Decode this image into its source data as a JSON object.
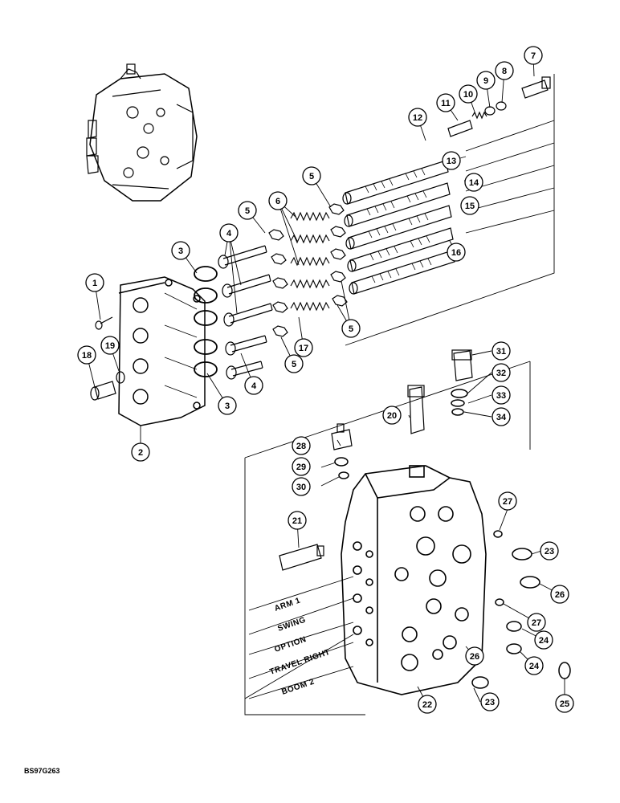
{
  "figure": {
    "reference_code": "BS97G263"
  },
  "callouts": [
    "1",
    "2",
    "3",
    "3",
    "4",
    "4",
    "5",
    "5",
    "5",
    "5",
    "6",
    "7",
    "8",
    "9",
    "10",
    "11",
    "12",
    "13",
    "14",
    "15",
    "16",
    "17",
    "18",
    "19",
    "20",
    "21",
    "22",
    "23",
    "23",
    "24",
    "24",
    "25",
    "26",
    "26",
    "27",
    "27",
    "28",
    "29",
    "30",
    "31",
    "32",
    "33",
    "34"
  ],
  "port_labels": [
    "ARM 1",
    "SWING",
    "OPTION",
    "TRAVEL RIGHT",
    "BOOM 2"
  ]
}
